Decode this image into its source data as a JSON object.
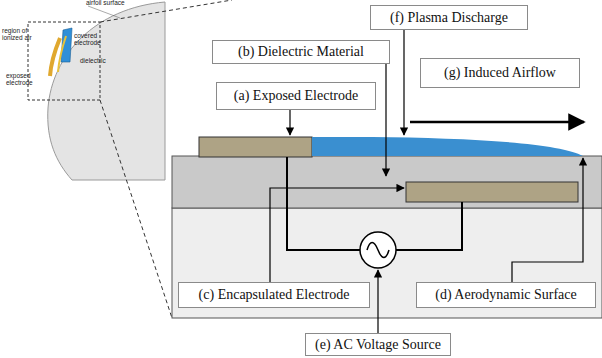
{
  "diagram": {
    "nodes": [
      {
        "text": [
          "(f) Plasma Discharge"
        ]
      },
      {
        "text": [
          "(b) Dielectric Material"
        ]
      },
      {
        "text": [
          "(g) Induced Airflow"
        ]
      },
      {
        "text": [
          "(a) Exposed Electrode"
        ]
      },
      {
        "text": [
          "(c) Encapsulated Electrode"
        ]
      },
      {
        "text": [
          "(d) Aerodynamic Surface"
        ]
      },
      {
        "text": [
          "(e) AC Voltage Source"
        ]
      }
    ],
    "labels": [
      "airfoil surface",
      "region of ionized air",
      "covered electrode",
      "dielectric",
      "exposed electrode"
    ]
  }
}
